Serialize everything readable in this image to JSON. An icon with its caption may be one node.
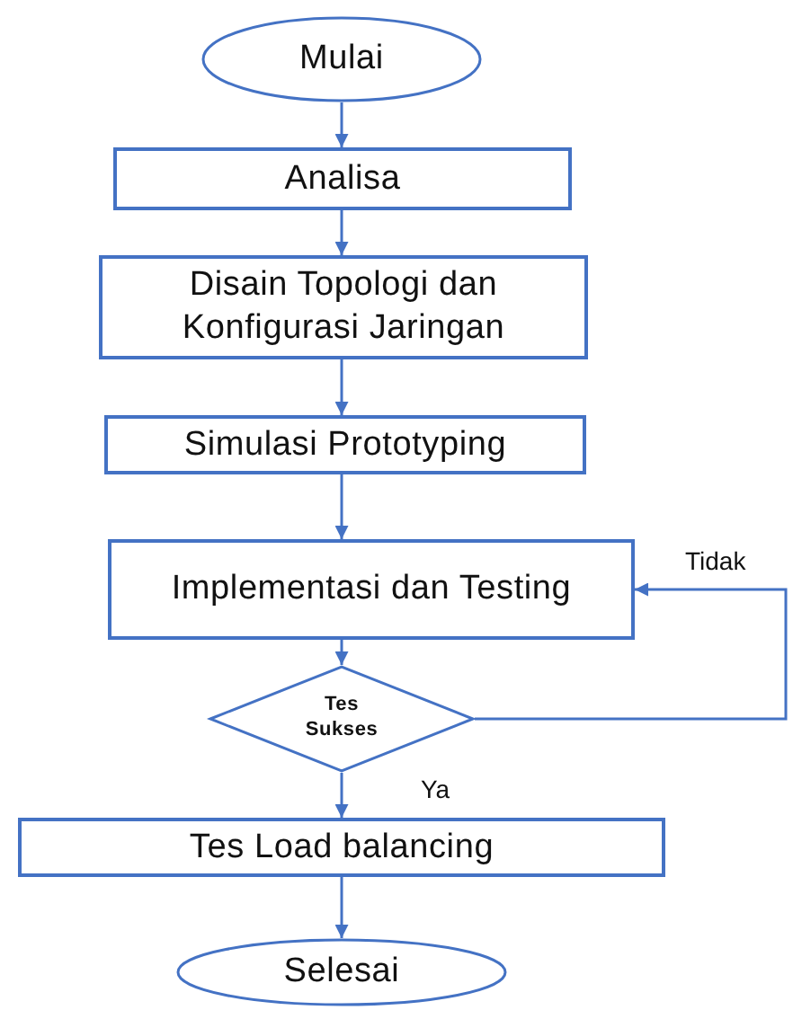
{
  "diagram": {
    "nodes": [
      {
        "text": [
          "Mulai"
        ]
      },
      {
        "text": [
          "Analisa"
        ]
      },
      {
        "text": [
          "Disain Topologi dan Konfigurasi Jaringan"
        ]
      },
      {
        "text": [
          "Simulasi Prototyping"
        ]
      },
      {
        "text": [
          "Implementasi dan Testing"
        ]
      },
      {
        "text": [
          "Tes Sukses"
        ]
      },
      {
        "text": [
          "Tes Load balancing"
        ]
      },
      {
        "text": [
          "Selesai"
        ]
      }
    ],
    "edges": [
      {
        "from": 0,
        "to": 1,
        "arrow": "to"
      },
      {
        "from": 1,
        "to": 2,
        "arrow": "to"
      },
      {
        "from": 2,
        "to": 3,
        "arrow": "to"
      },
      {
        "from": 3,
        "to": 4,
        "arrow": "to"
      },
      {
        "from": 4,
        "to": 5,
        "arrow": "to"
      },
      {
        "from": 5,
        "to": 6,
        "label": "Ya",
        "arrow": "to"
      },
      {
        "from": 5,
        "to": 4,
        "label": "Tidak",
        "arrow": "to"
      },
      {
        "from": 6,
        "to": 7,
        "arrow": "to"
      }
    ]
  }
}
